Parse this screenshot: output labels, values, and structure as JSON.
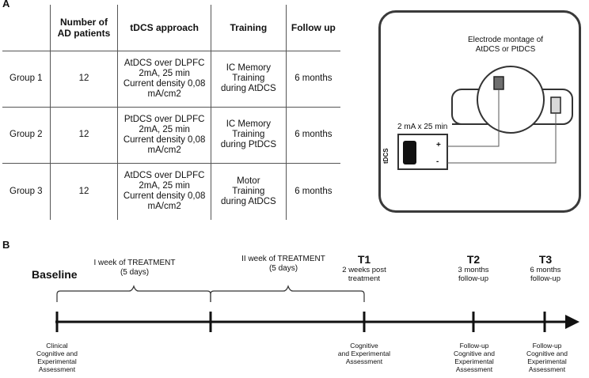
{
  "panel_labels": {
    "a": "A",
    "b": "B"
  },
  "table": {
    "headers": [
      "",
      "Number of AD patients",
      "tDCS approach",
      "Training",
      "Follow up"
    ],
    "rows": [
      {
        "group": "Group 1",
        "patients": "12",
        "approach": [
          "AtDCS over DLPFC",
          "2mA, 25 min",
          "Current density 0,08",
          "mA/cm2"
        ],
        "training": [
          "IC Memory",
          "Training",
          "during AtDCS"
        ],
        "follow_up": "6 months"
      },
      {
        "group": "Group 2",
        "patients": "12",
        "approach": [
          "PtDCS over DLPFC",
          "2mA, 25 min",
          "Current density 0,08",
          "mA/cm2"
        ],
        "training": [
          "IC Memory",
          "Training",
          "during PtDCS"
        ],
        "follow_up": "6 months"
      },
      {
        "group": "Group 3",
        "patients": "12",
        "approach": [
          "AtDCS over DLPFC",
          "2mA, 25 min",
          "Current density 0,08",
          "mA/cm2"
        ],
        "training": [
          "Motor",
          "Training",
          "during AtDCS"
        ],
        "follow_up": "6 months"
      }
    ]
  },
  "montage": {
    "caption_line1": "Electrode montage of",
    "caption_line2": "AtDCS  or PtDCS",
    "stimulation": "2 mA x 25 min",
    "device_label": "tDCS",
    "plus": "+",
    "minus": "-",
    "colors": {
      "active_electrode": "#6e6e6e",
      "reference_electrode": "#d8d8d8",
      "battery": "#111111"
    }
  },
  "timeline": {
    "baseline": "Baseline",
    "week1": [
      "I week of TREATMENT",
      "(5 days)"
    ],
    "week2": [
      "II week of TREATMENT",
      "(5 days)"
    ],
    "t1": {
      "label": "T1",
      "sub": [
        "2 weeks post",
        "treatment"
      ],
      "below": [
        "Cognitive",
        "and Experimental",
        "Assessment"
      ]
    },
    "t2": {
      "label": "T2",
      "sub": [
        "3 months",
        "follow-up"
      ],
      "below": [
        "Follow-up",
        "Cognitive and",
        "Experimental",
        "Assessment"
      ]
    },
    "t3": {
      "label": "T3",
      "sub": [
        "6 months",
        "follow-up"
      ],
      "below": [
        "Follow-up",
        "Cognitive and",
        "Experimental",
        "Assessment"
      ]
    },
    "start_below": [
      "Clinical",
      "Cognitive and",
      "Experimental",
      "Assessment"
    ]
  }
}
